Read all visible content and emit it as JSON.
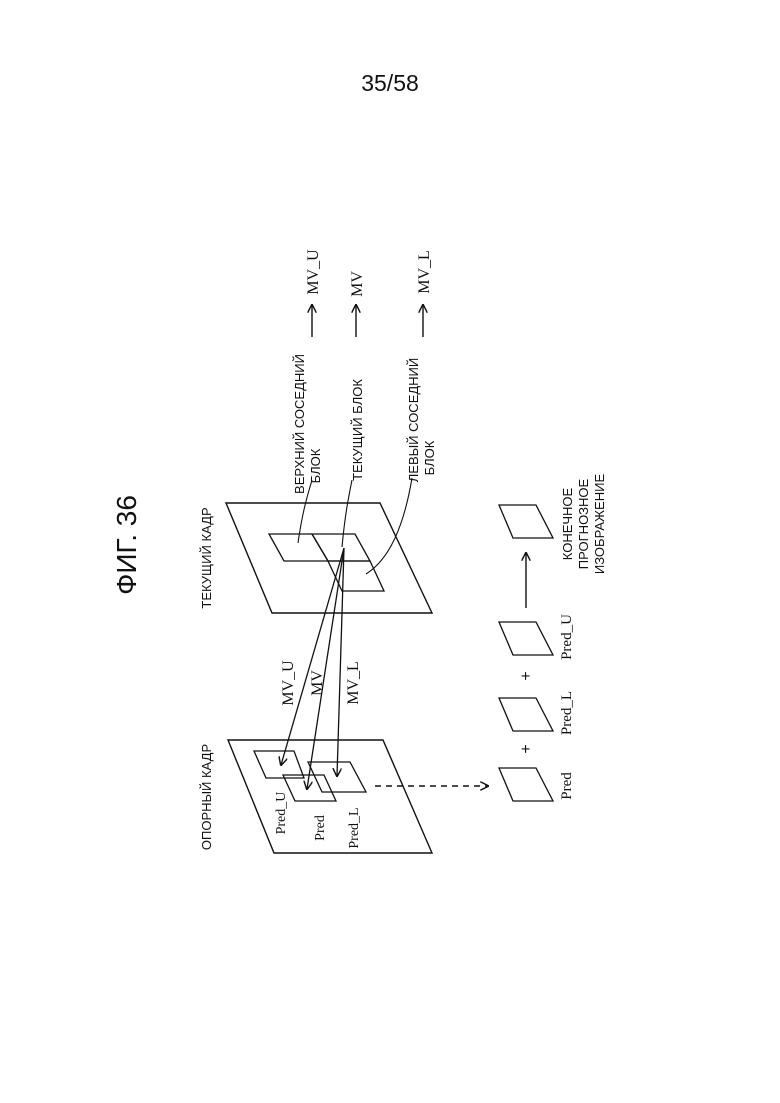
{
  "page_number": "35/58",
  "figure_title": "ФИГ. 36",
  "frames": {
    "reference": "ОПОРНЫЙ КАДР",
    "current": "ТЕКУЩИЙ КАДР"
  },
  "block_labels": {
    "upper_line1": "ВЕРХНИЙ СОСЕДНИЙ",
    "upper_line2": "БЛОК",
    "current": "ТЕКУЩИЙ БЛОК",
    "left_line1": "ЛЕВЫЙ СОСЕДНИЙ",
    "left_line2": "БЛОК"
  },
  "motion_vectors": {
    "upper": "MV_U",
    "current": "MV",
    "left": "MV_L"
  },
  "prediction_labels": {
    "pred_u": "Pred_U",
    "pred": "Pred",
    "pred_l": "Pred_L"
  },
  "operators": {
    "plus": "+"
  },
  "final_image": {
    "line1": "КОНЕЧНОЕ",
    "line2": "ПРОГНОЗНОЕ",
    "line3": "ИЗОБРАЖЕНИЕ"
  }
}
